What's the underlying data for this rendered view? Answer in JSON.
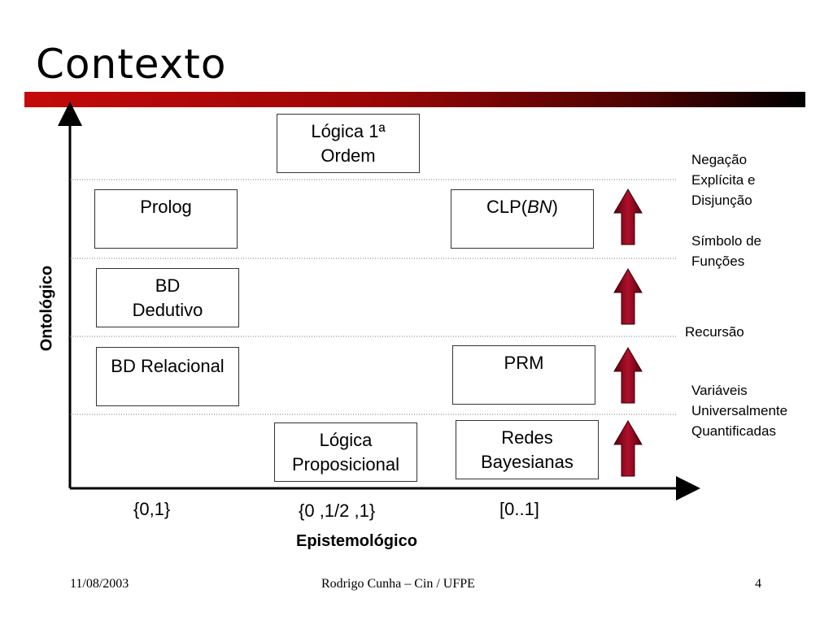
{
  "slide": {
    "title": "Contexto",
    "footer": {
      "date": "11/08/2003",
      "author": "Rodrigo Cunha – Cin / UFPE",
      "page": "4"
    }
  },
  "diagram": {
    "y_axis_label": "Ontológico",
    "x_axis_label": "Epistemológico",
    "x_ticks": [
      "{0,1}",
      "{0 ,1/2 ,1}",
      "[0..1]"
    ],
    "boxes": {
      "logica1": {
        "line1": "Lógica 1ª",
        "line2": "Ordem"
      },
      "prolog": "Prolog",
      "clp": {
        "prefix": "CLP(",
        "italic": "BN",
        "suffix": ")"
      },
      "bd_dedutivo": {
        "line1": "BD",
        "line2": "Dedutivo"
      },
      "bd_relacional": "BD Relacional",
      "prm": "PRM",
      "logica_prop": {
        "line1": "Lógica",
        "line2": "Proposicional"
      },
      "redes": {
        "line1": "Redes",
        "line2": "Bayesianas"
      }
    },
    "levels": {
      "negacao": {
        "line1": "Negação",
        "line2": "Explícita e",
        "line3": "Disjunção"
      },
      "simbolo": {
        "line1": "Símbolo de",
        "line2": "Funções"
      },
      "recursao": "Recursão",
      "variaveis": {
        "line1": "Variáveis",
        "line2": "Universalmente",
        "line3": "Quantificadas"
      }
    },
    "arrow_color": "#8b0a1e"
  }
}
